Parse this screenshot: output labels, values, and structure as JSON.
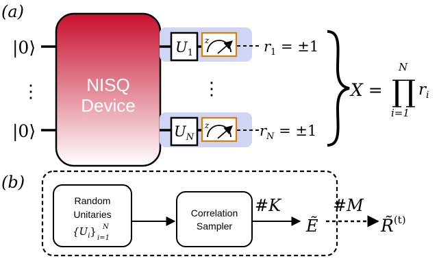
{
  "panel_a": {
    "label": "(a)",
    "input_top": "|0⟩",
    "input_bottom": "|0⟩",
    "vdots": "⋮",
    "device_line1": "NISQ",
    "device_line2": "Device",
    "unitary_top": {
      "base": "U",
      "sub": "1"
    },
    "unitary_bottom": {
      "base": "U",
      "sub": "N"
    },
    "meter_basis": "z",
    "result_top": {
      "var": "r",
      "sub": "1",
      "value": " = ±1"
    },
    "result_bottom": {
      "var": "r",
      "sub": "N",
      "value": " = ±1"
    },
    "product": {
      "lhs": "X = ",
      "symbol": "∏",
      "upper": "N",
      "lower": "i=1",
      "term": "r",
      "term_sub": "i"
    }
  },
  "panel_b": {
    "label": "(b)",
    "box1_line1": "Random",
    "box1_line2": "Unitaries",
    "box1_math": {
      "open": "{U",
      "sub": "i",
      "close": "}",
      "lower": "i=1",
      "upper": "N"
    },
    "box2_line1": "Correlation",
    "box2_line2": "Sampler",
    "k_label": "#K",
    "e_symbol": "Ẽ",
    "m_label": "#M",
    "r_symbol": "R̃",
    "r_sup": "(t)"
  },
  "colors": {
    "device_top": "#c8102e",
    "device_bottom": "#ffffff",
    "measure_panel": "#cfd6f4",
    "meter_border": "#e07b00",
    "ink": "#000000"
  }
}
